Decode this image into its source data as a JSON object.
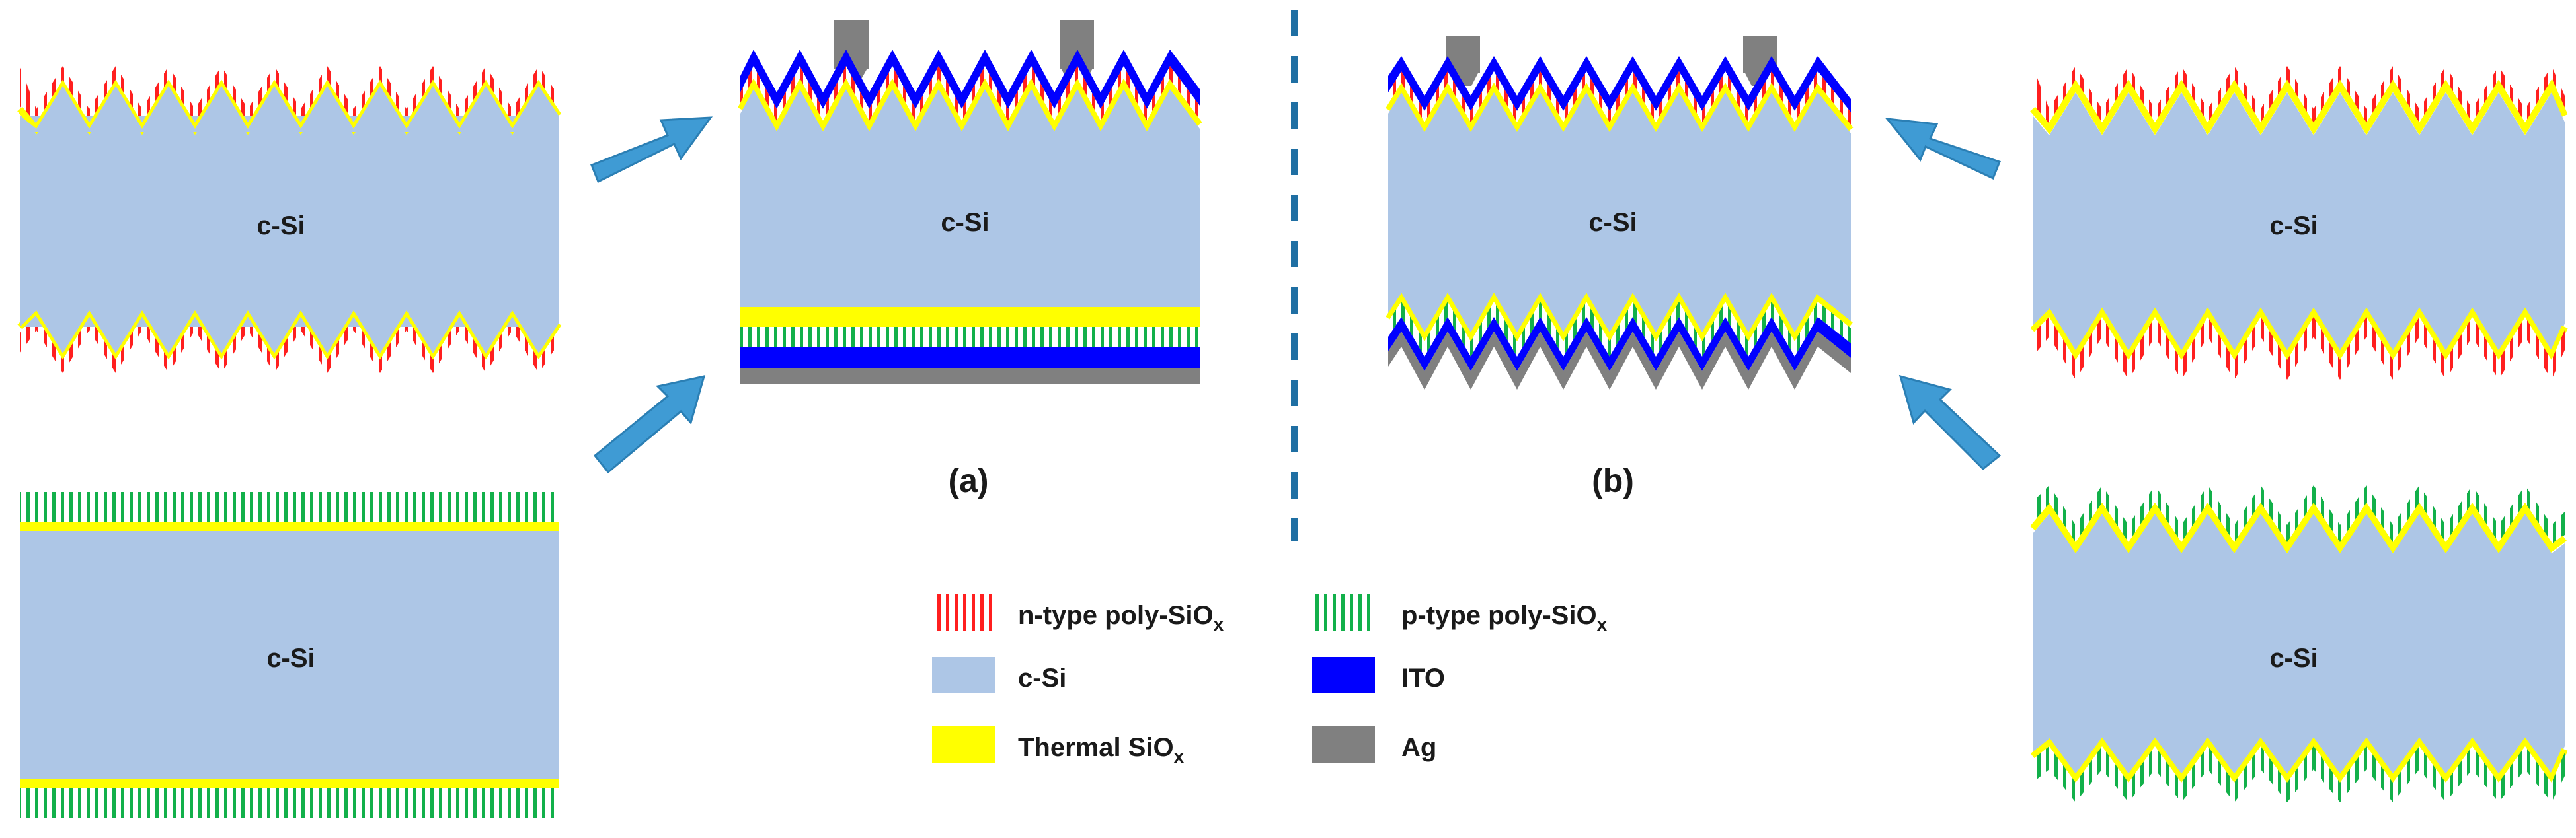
{
  "labels": {
    "csi": "c-Si",
    "panel_a": "(a)",
    "panel_b": "(b)"
  },
  "legend": {
    "n_type": "n-type poly-SiO",
    "p_type": "p-type poly-SiO",
    "subscript_x": "x",
    "csi": "c-Si",
    "ito": "ITO",
    "thermal": "Thermal SiO",
    "ag": "Ag"
  },
  "colors": {
    "csi": "#adc6e6",
    "n_type": "#ff1f1f",
    "p_type": "#12b04a",
    "thermal_siox": "#ffff00",
    "ito": "#0000ff",
    "ag": "#808080",
    "arrow": "#3f9bd4",
    "divider": "#1f6fa3"
  }
}
